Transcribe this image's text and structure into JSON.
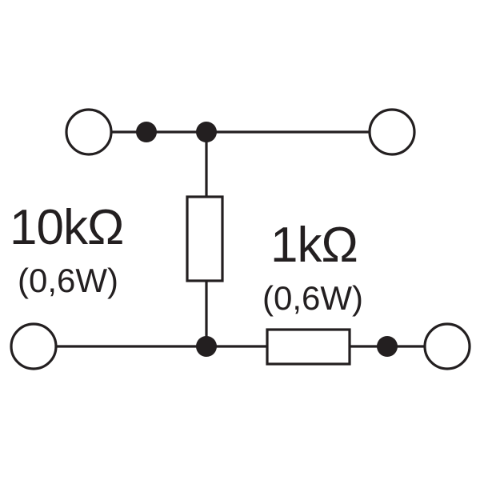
{
  "colors": {
    "line": "#231f20",
    "background": "#ffffff"
  },
  "resistors": [
    {
      "id": "R1",
      "resistance": "10kΩ",
      "power": "(0,6W)",
      "orientation": "vertical"
    },
    {
      "id": "R2",
      "resistance": "1kΩ",
      "power": "(0,6W)",
      "orientation": "horizontal"
    }
  ],
  "terminals": {
    "top_left": "open-terminal",
    "top_right": "open-terminal",
    "bottom_left": "open-terminal",
    "bottom_right": "open-terminal"
  }
}
